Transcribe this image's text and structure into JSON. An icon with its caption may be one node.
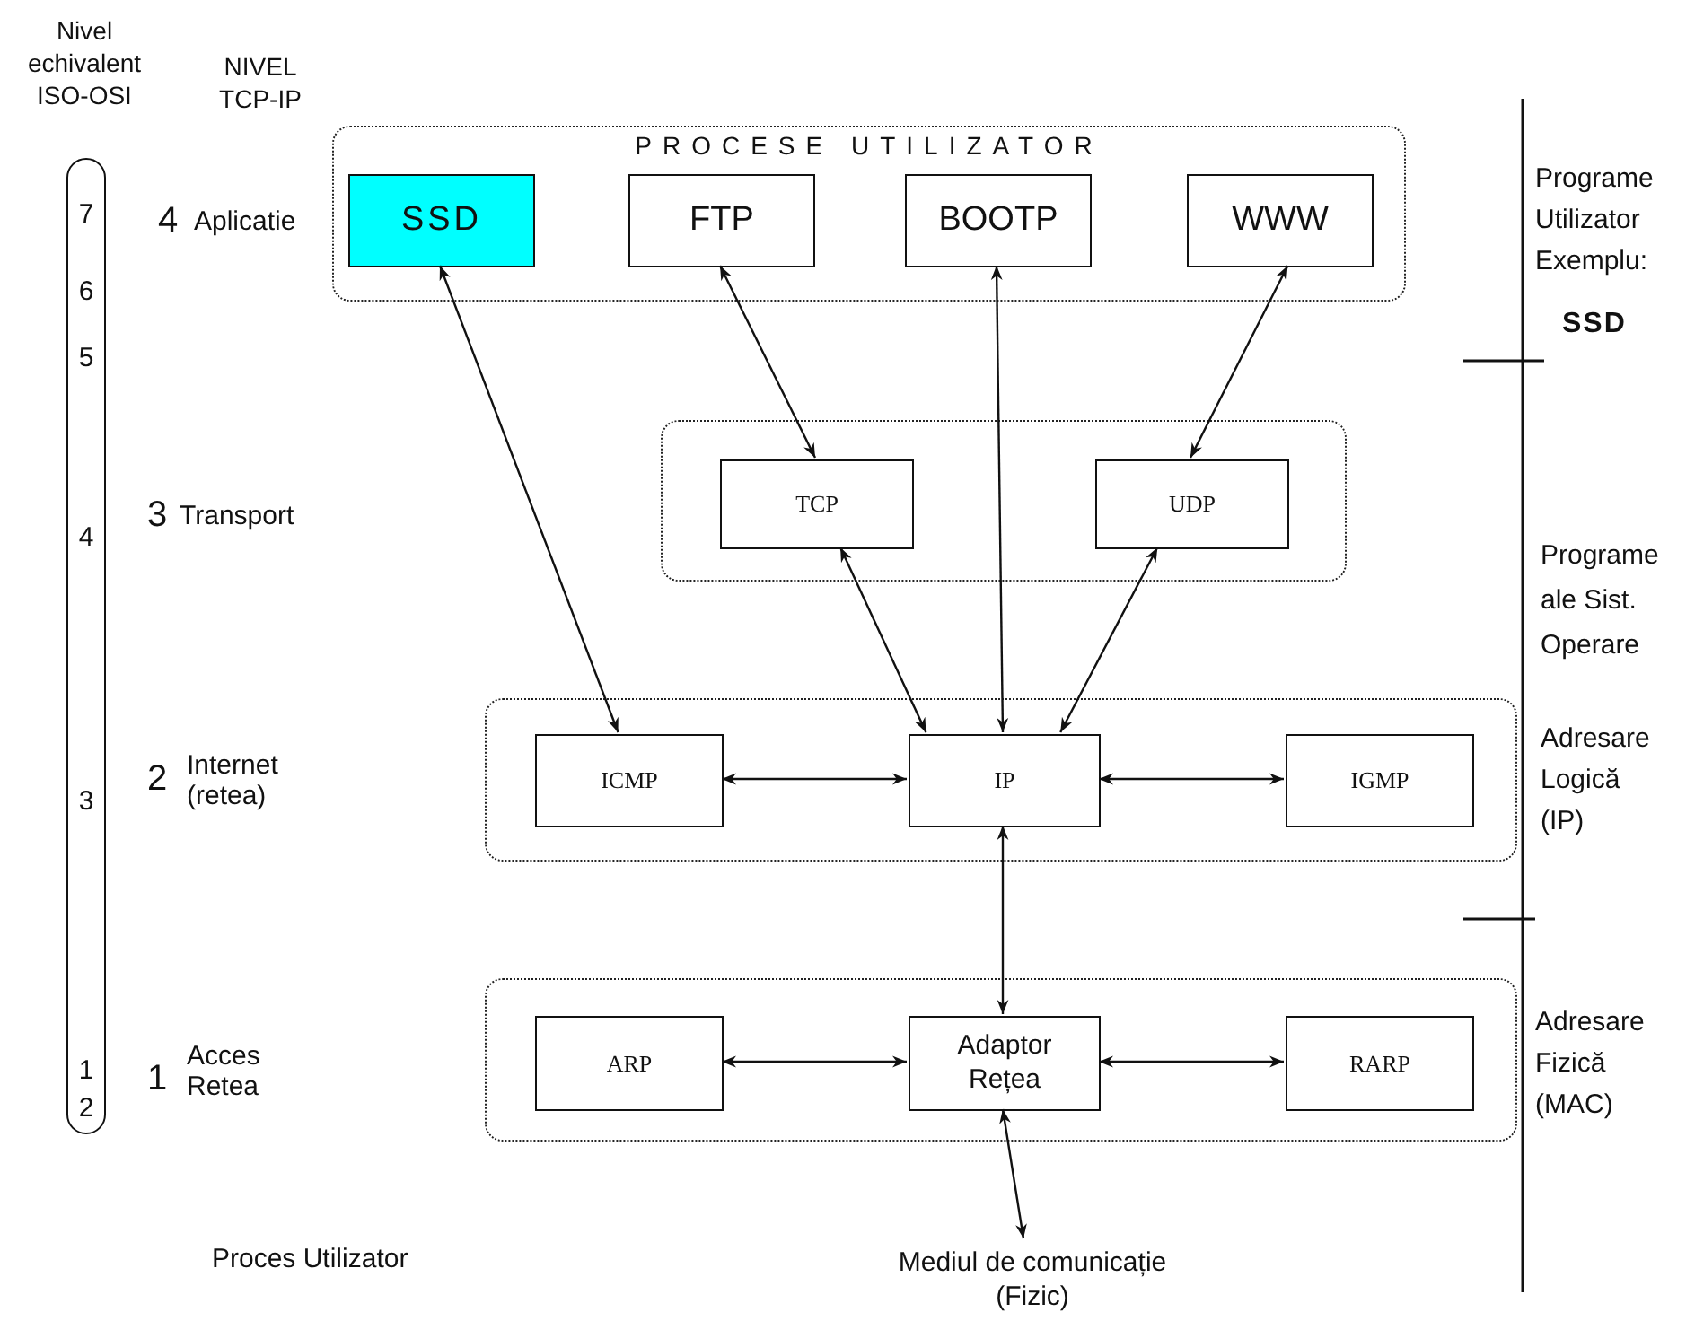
{
  "diagram": {
    "nodes": [
      {
        "text": [
          "PROCESE UTILIZATOR"
        ]
      },
      {
        "text": [
          "SSD"
        ],
        "in": 0
      },
      {
        "text": [
          "FTP"
        ],
        "in": 0
      },
      {
        "text": [
          "BOOTP"
        ],
        "in": 0
      },
      {
        "text": [
          "WWW"
        ],
        "in": 0
      },
      {
        "text": [],
        "shape": "box"
      },
      {
        "text": [
          "TCP"
        ],
        "in": 5
      },
      {
        "text": [
          "UDP"
        ],
        "in": 5
      },
      {
        "text": [],
        "shape": "box"
      },
      {
        "text": [
          "ICMP"
        ],
        "in": 8
      },
      {
        "text": [
          "IP"
        ],
        "in": 8
      },
      {
        "text": [
          "IGMP"
        ],
        "in": 8
      },
      {
        "text": [],
        "shape": "box"
      },
      {
        "text": [
          "ARP"
        ],
        "in": 12
      },
      {
        "text": [
          "Adaptor Rețea"
        ],
        "in": 12
      },
      {
        "text": [
          "RARP"
        ],
        "in": 12
      },
      {
        "text": [
          "Mediul de comunicație (Fizic)"
        ]
      },
      {
        "text": [
          "7",
          "6",
          "5",
          "4",
          "3",
          "1",
          "2"
        ]
      }
    ],
    "edges": [
      {
        "from": 1,
        "to": 9,
        "arrow": "both"
      },
      {
        "from": 2,
        "to": 6,
        "arrow": "both"
      },
      {
        "from": 3,
        "to": 10,
        "arrow": "both"
      },
      {
        "from": 4,
        "to": 7,
        "arrow": "both"
      },
      {
        "from": 6,
        "to": 10,
        "arrow": "both"
      },
      {
        "from": 7,
        "to": 10,
        "arrow": "both"
      },
      {
        "from": 9,
        "to": 10,
        "arrow": "both"
      },
      {
        "from": 10,
        "to": 11,
        "arrow": "both"
      },
      {
        "from": 10,
        "to": 14,
        "arrow": "both"
      },
      {
        "from": 13,
        "to": 14,
        "arrow": "both"
      },
      {
        "from": 14,
        "to": 15,
        "arrow": "both"
      },
      {
        "from": 14,
        "to": 16,
        "arrow": "both"
      }
    ],
    "labels": [
      "Nivel echivalent ISO-OSI",
      "NIVEL TCP-IP",
      "4",
      "Aplicatie",
      "Programe Utilizator Exemplu:",
      "SSD",
      "3",
      "Transport",
      "Programe ale Sist. Operare",
      "2",
      "Internet (retea)",
      "Adresare Logică (IP)",
      "1",
      "Acces Retea",
      "Adresare Fizică (MAC)",
      "Proces Utilizator"
    ]
  }
}
